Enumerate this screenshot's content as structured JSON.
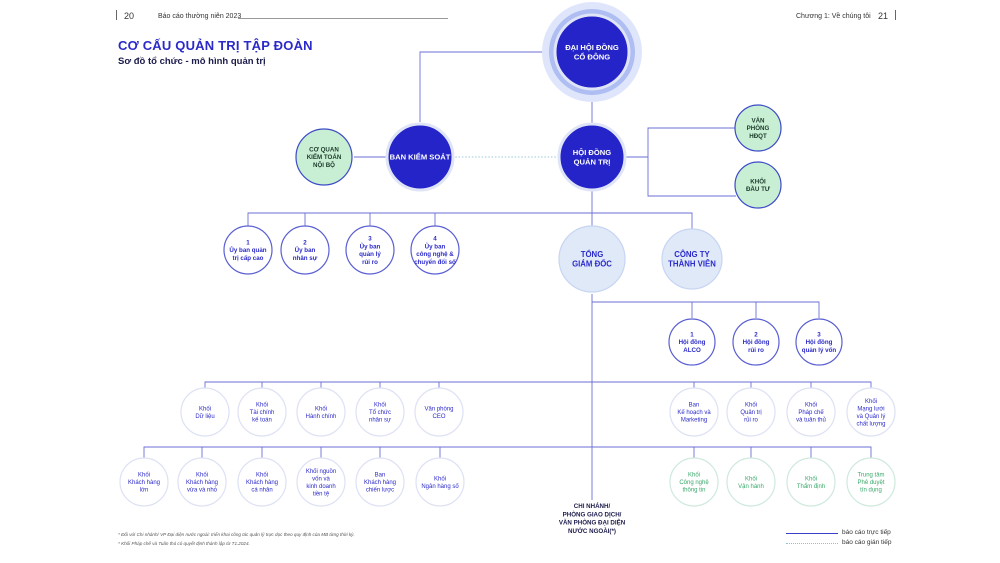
{
  "header": {
    "page_left": "20",
    "report_title": "Báo cáo thường niên 2023",
    "chapter": "Chương 1: Về chúng tôi",
    "page_right": "21"
  },
  "title": "CƠ CẤU QUẢN TRỊ TẬP ĐOÀN",
  "subtitle": "Sơ đồ tổ chức - mô hình quản trị",
  "colors": {
    "primary": "#2b2ac9",
    "dark_node": "#2424c8",
    "light_node": "#dfe9f8",
    "green_node": "#c8efd4",
    "green_text": "#3aa86a",
    "blue_text": "#2b2ac9",
    "line": "#6b6fd6",
    "dashed": "#9ac9d8"
  },
  "nodes": {
    "dhdcd": [
      "ĐẠI HỘI ĐỒNG",
      "CỔ ĐÔNG"
    ],
    "bks": [
      "BAN KIỂM SOÁT"
    ],
    "cqktnb": [
      "CƠ QUAN",
      "KIỂM TOÁN",
      "NỘI BỘ"
    ],
    "hdqt": [
      "HỘI ĐỒNG",
      "QUẢN TRỊ"
    ],
    "vphdqt": [
      "VĂN",
      "PHÒNG",
      "HĐQT"
    ],
    "kdt": [
      "KHỐI",
      "ĐẦU TƯ"
    ],
    "ub1": [
      "1",
      "Ủy ban quản",
      "trị cấp cao"
    ],
    "ub2": [
      "2",
      "Ủy ban",
      "nhân sự"
    ],
    "ub3": [
      "3",
      "Ủy ban",
      "quản lý",
      "rủi ro"
    ],
    "ub4": [
      "4",
      "Ủy ban",
      "công nghệ &",
      "chuyển đổi số"
    ],
    "tgd": [
      "TỔNG",
      "GIÁM ĐỐC"
    ],
    "cttv": [
      "CÔNG TY",
      "THÀNH VIÊN"
    ],
    "hd1": [
      "1",
      "Hội đồng",
      "ALCO"
    ],
    "hd2": [
      "2",
      "Hội đồng",
      "rủi ro"
    ],
    "hd3": [
      "3",
      "Hội đồng",
      "quản lý vốn"
    ],
    "k_dl": [
      "Khối",
      "Dữ liệu"
    ],
    "k_tckt": [
      "Khối",
      "Tài chính",
      "kế toán"
    ],
    "k_hc": [
      "Khối",
      "Hành chính"
    ],
    "k_tcns": [
      "Khối",
      "Tổ chức",
      "nhân sự"
    ],
    "k_vp": [
      "Văn phòng",
      "CEO"
    ],
    "k_khmk": [
      "Ban",
      "Kế hoạch và",
      "Marketing"
    ],
    "k_qtrr": [
      "Khối",
      "Quản trị",
      "rủi ro"
    ],
    "k_pc": [
      "Khối",
      "Pháp chế",
      "và tuân thủ"
    ],
    "k_ml": [
      "Khối",
      "Mạng lưới",
      "và Quản lý",
      "chất lượng"
    ],
    "k_khl": [
      "Khối",
      "Khách hàng",
      "lớn"
    ],
    "k_khv": [
      "Khối",
      "Khách hàng",
      "vừa và nhỏ"
    ],
    "k_khcn": [
      "Khối",
      "Khách hàng",
      "cá nhân"
    ],
    "k_nv": [
      "Khối nguồn",
      "vốn và",
      "kinh doanh",
      "tiền tệ"
    ],
    "k_cl": [
      "Ban",
      "Khách hàng",
      "chiến lược"
    ],
    "k_nhs": [
      "Khối",
      "Ngân hàng số"
    ],
    "k_cntt": [
      "Khối",
      "Công nghệ",
      "thông tin"
    ],
    "k_vh": [
      "Khối",
      "Vận hành"
    ],
    "k_td": [
      "Khối",
      "Thẩm định"
    ],
    "k_pd": [
      "Trung tâm",
      "Phê duyệt",
      "tín dụng"
    ],
    "cn": [
      "CHI NHÁNH/",
      "PHÒNG GIAO DỊCH/",
      "VĂN PHÒNG ĐẠI DIỆN",
      "NƯỚC NGOÀI(*)"
    ]
  },
  "notes": [
    "* Đối với Chi nhánh/ VP Đại diện nước ngoài: triển khai công tác quản lý trực dọc theo quy định của MB từng thời kỳ.",
    "* Khối Pháp chế và Tuân thủ có quyết định thành lập từ T1.2024."
  ],
  "legend": {
    "direct": "báo cáo trực tiếp",
    "indirect": "báo cáo gián tiếp"
  }
}
